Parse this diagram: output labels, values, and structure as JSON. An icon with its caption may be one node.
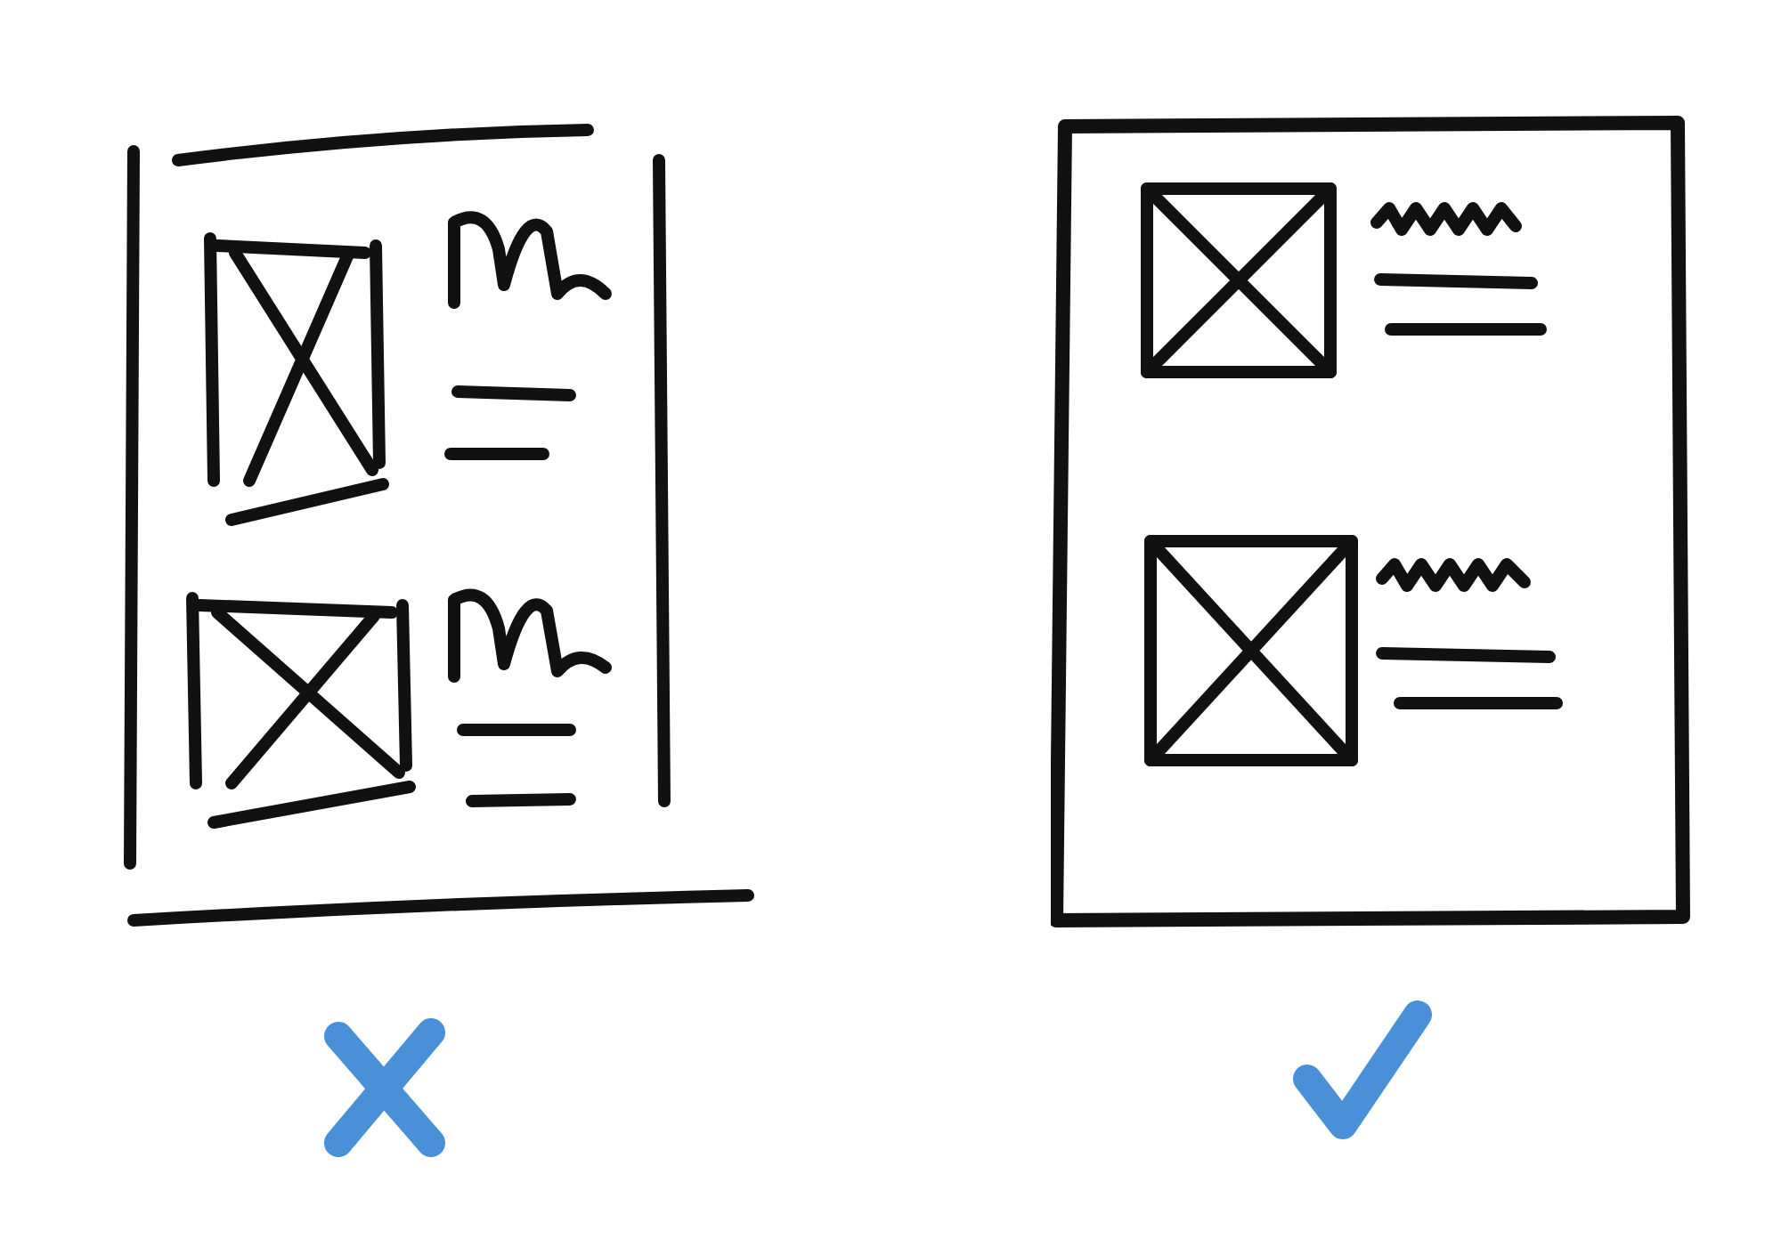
{
  "diagram": {
    "nodes": [
      {
        "text": [],
        "shape": "box"
      },
      {
        "text": [],
        "shape": "box",
        "in": 0
      },
      {
        "text": [],
        "shape": "box",
        "in": 0
      },
      {
        "text": [],
        "shape": "box"
      },
      {
        "text": [],
        "shape": "box",
        "in": 3
      },
      {
        "text": [],
        "shape": "box",
        "in": 3
      }
    ]
  }
}
